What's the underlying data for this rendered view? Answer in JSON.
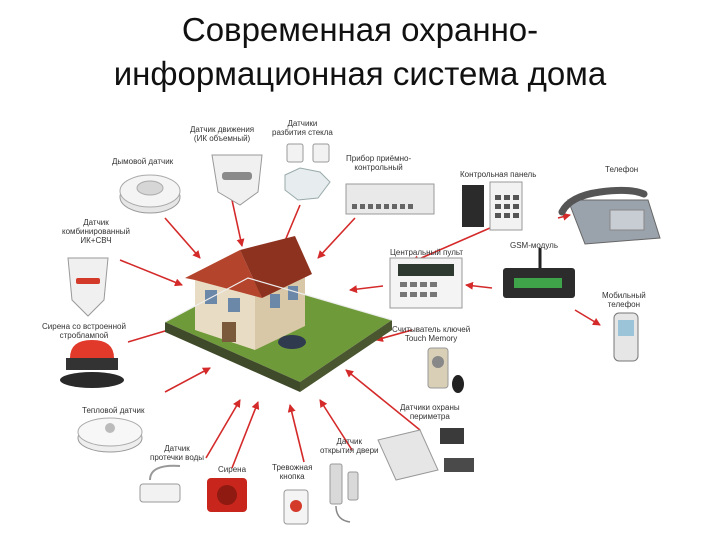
{
  "title_line1": "Современная охранно-",
  "title_line2": "информационная система дома",
  "devices": {
    "motion": [
      "Датчик движения",
      "(ИК объемный)"
    ],
    "glass": [
      "Датчики",
      "разбития стекла"
    ],
    "smoke": "Дымовой датчик",
    "receiver": [
      "Прибор приёмно-",
      "контрольный"
    ],
    "control_panel": "Контрольная панель",
    "phone": "Телефон",
    "combined": [
      "Датчик",
      "комбинированный",
      "ИК+СВЧ"
    ],
    "central": "Центральный пульт",
    "gsm": "GSM-модуль",
    "mobile": [
      "Мобильный",
      "телефон"
    ],
    "siren_strobe": [
      "Сирена со встроенной",
      "строблампой"
    ],
    "key_reader": [
      "Считыватель ключей",
      "Touch Memory"
    ],
    "heat": "Тепловой датчик",
    "perimeter": [
      "Датчики охраны",
      "периметра"
    ],
    "water": [
      "Датчик",
      "протечки воды"
    ],
    "siren": "Сирена",
    "panic": [
      "Тревожная",
      "кнопка"
    ],
    "door": [
      "Датчик",
      "открытия двери"
    ]
  },
  "colors": {
    "arrow": "#d42a2a",
    "roof": "#b5442c",
    "grass": "#6f9a3a",
    "wall": "#e9dcc4"
  }
}
